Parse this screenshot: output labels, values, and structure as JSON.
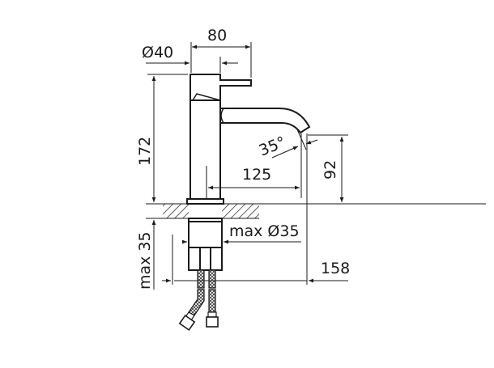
{
  "drawing": {
    "type": "technical-dimension-drawing",
    "subject": "single-lever basin faucet",
    "colors": {
      "line": "#1a1a1a",
      "dim": "#222222",
      "background": "#ffffff"
    },
    "dimensions": {
      "top_width": "80",
      "body_diameter": "Ø40",
      "height": "172",
      "angle": "35°",
      "reach": "125",
      "spout_height": "92",
      "thread_max": "max Ø35",
      "mount_max": "max 35",
      "total_depth": "158"
    }
  }
}
